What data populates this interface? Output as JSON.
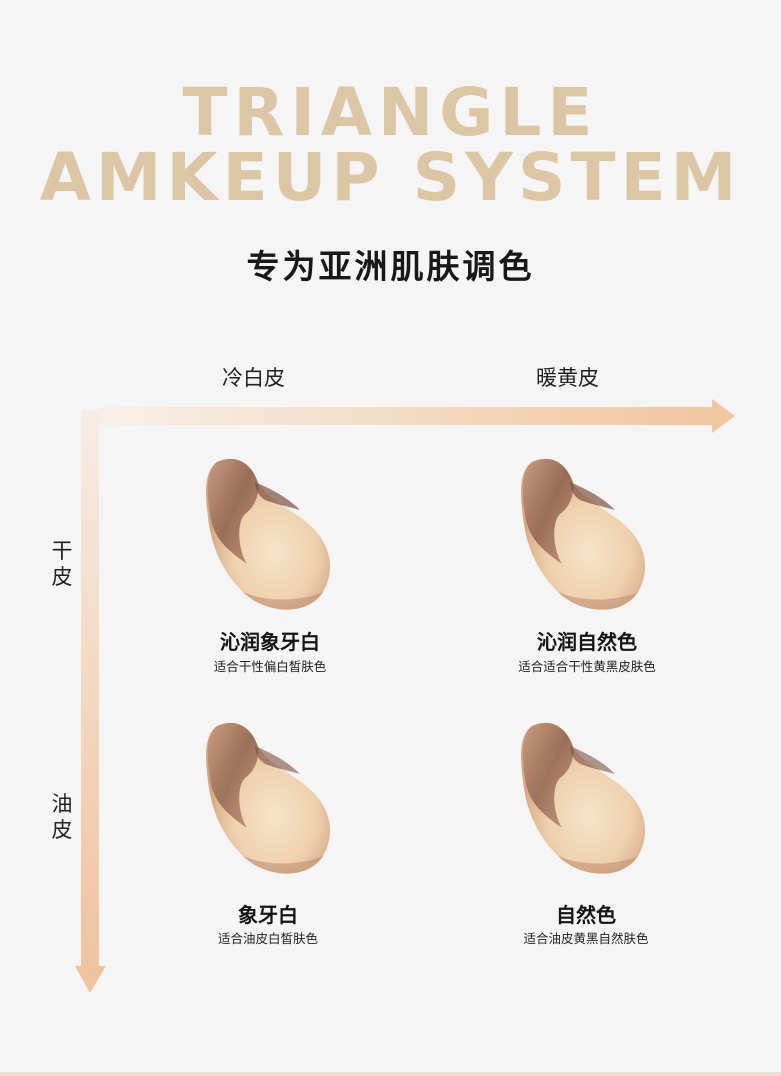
{
  "header": {
    "title_line_1": "TRIANGLE",
    "title_line_2": "AMKEUP SYSTEM",
    "subtitle": "专为亚洲肌肤调色"
  },
  "axes": {
    "x_left_label": "冷白皮",
    "x_right_label": "暖黄皮",
    "y_top_label": [
      "干",
      "皮"
    ],
    "y_bottom_label": [
      "油",
      "皮"
    ]
  },
  "products": [
    {
      "name": "沁润象牙白",
      "desc": "适合干性偏白皙肤色"
    },
    {
      "name": "沁润自然色",
      "desc": "适合适合干性黄黑皮肤色"
    },
    {
      "name": "象牙白",
      "desc": "适合油皮白皙肤色"
    },
    {
      "name": "自然色",
      "desc": "适合油皮黄黑自然肤色"
    }
  ],
  "colors": {
    "title": "#ddc6a5",
    "arrow_start": "#f7efe6",
    "arrow_end": "#f0c8a2",
    "swatch_light": "#f3dcc0",
    "swatch_dark": "#9a6a55"
  }
}
